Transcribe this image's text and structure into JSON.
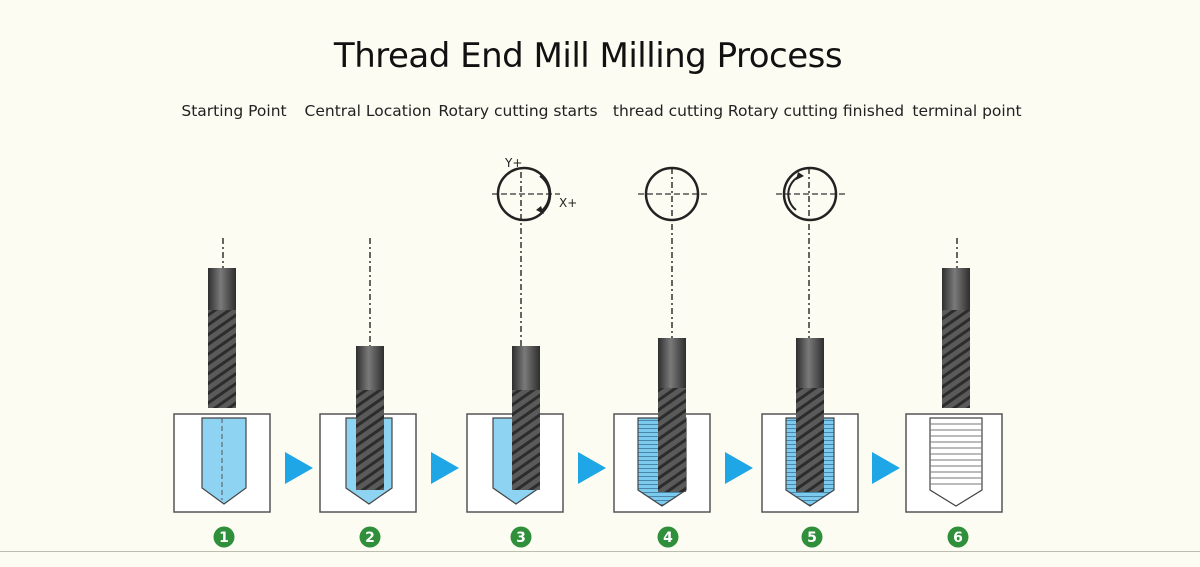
{
  "title": "Thread End Mill Milling Process",
  "steps": [
    {
      "label": "Starting Point",
      "number": "1"
    },
    {
      "label": "Central Location",
      "number": "2"
    },
    {
      "label": "Rotary cutting starts",
      "number": "3"
    },
    {
      "label": "thread cutting",
      "number": "4"
    },
    {
      "label": "Rotary cutting finished",
      "number": "5"
    },
    {
      "label": "terminal point",
      "number": "6"
    }
  ],
  "axis_labels": {
    "y": "Y+",
    "x": "X+"
  },
  "colors": {
    "accent_arrow": "#1fa6e6",
    "number_badge": "#2f8f3a",
    "hole_fill": "#6cc4ee",
    "tool_dark": "#3a3a3a"
  }
}
